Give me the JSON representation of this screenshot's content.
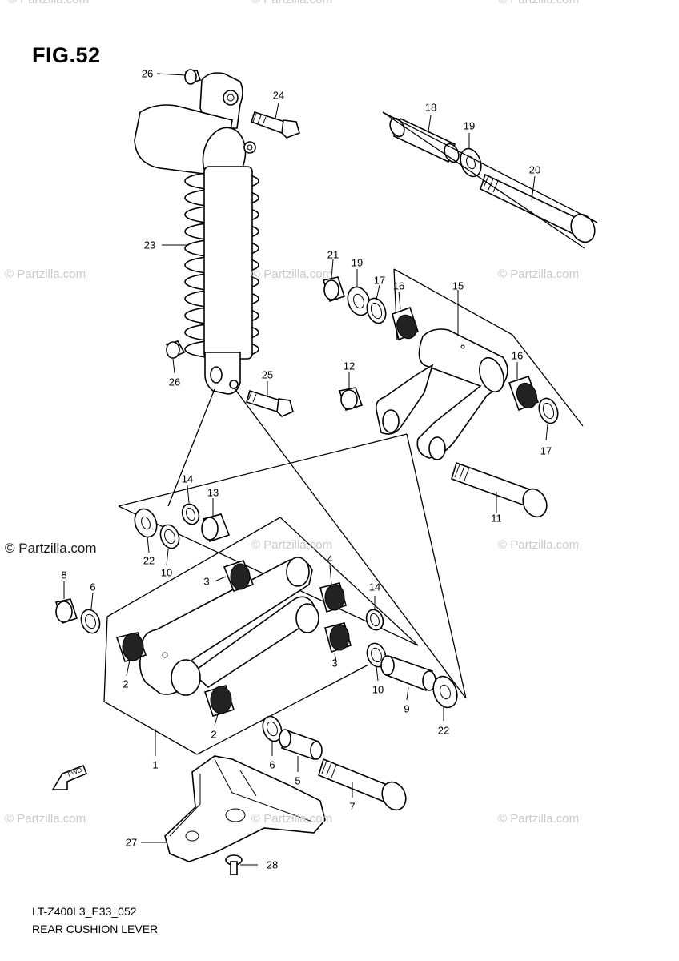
{
  "figure": {
    "title": "FIG.52",
    "code": "LT-Z400L3_E33_052",
    "name": "REAR CUSHION LEVER"
  },
  "watermark": {
    "text": "© Partzilla.com"
  },
  "fwd_label": "FWD",
  "callouts": [
    {
      "id": "c26a",
      "label": "26"
    },
    {
      "id": "c24",
      "label": "24"
    },
    {
      "id": "c23",
      "label": "23"
    },
    {
      "id": "c26b",
      "label": "26"
    },
    {
      "id": "c25",
      "label": "25"
    },
    {
      "id": "c18",
      "label": "18"
    },
    {
      "id": "c19a",
      "label": "19"
    },
    {
      "id": "c20",
      "label": "20"
    },
    {
      "id": "c21",
      "label": "21"
    },
    {
      "id": "c19b",
      "label": "19"
    },
    {
      "id": "c17a",
      "label": "17"
    },
    {
      "id": "c16a",
      "label": "16"
    },
    {
      "id": "c15",
      "label": "15"
    },
    {
      "id": "c16b",
      "label": "16"
    },
    {
      "id": "c12",
      "label": "12"
    },
    {
      "id": "c17b",
      "label": "17"
    },
    {
      "id": "c11",
      "label": "11"
    },
    {
      "id": "c14a",
      "label": "14"
    },
    {
      "id": "c13",
      "label": "13"
    },
    {
      "id": "c22a",
      "label": "22"
    },
    {
      "id": "c10a",
      "label": "10"
    },
    {
      "id": "c4",
      "label": "4"
    },
    {
      "id": "c3a",
      "label": "3"
    },
    {
      "id": "c8",
      "label": "8"
    },
    {
      "id": "c6a",
      "label": "6"
    },
    {
      "id": "c14b",
      "label": "14"
    },
    {
      "id": "c3b",
      "label": "3"
    },
    {
      "id": "c2a",
      "label": "2"
    },
    {
      "id": "c10b",
      "label": "10"
    },
    {
      "id": "c9",
      "label": "9"
    },
    {
      "id": "c22b",
      "label": "22"
    },
    {
      "id": "c2b",
      "label": "2"
    },
    {
      "id": "c1",
      "label": "1"
    },
    {
      "id": "c6b",
      "label": "6"
    },
    {
      "id": "c5",
      "label": "5"
    },
    {
      "id": "c7",
      "label": "7"
    },
    {
      "id": "c27",
      "label": "27"
    },
    {
      "id": "c28",
      "label": "28"
    }
  ]
}
